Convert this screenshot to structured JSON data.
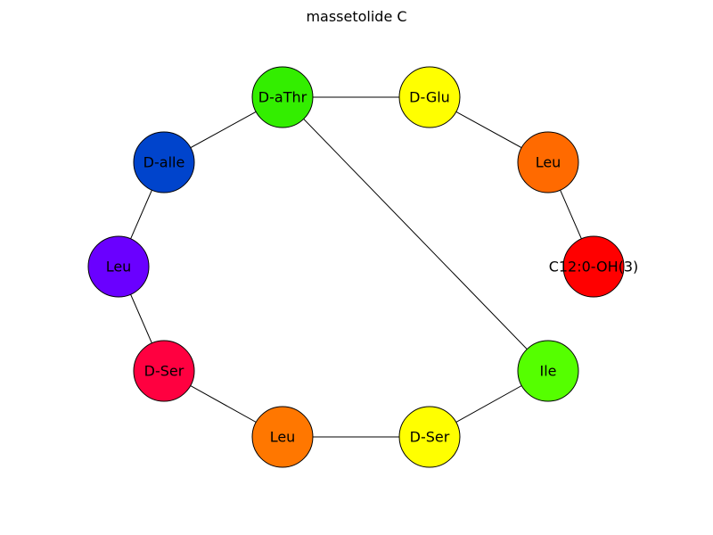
{
  "title": "massetolide C",
  "nodes": [
    {
      "id": "c12",
      "label": "C12:0-OH(3)",
      "color": "#ff0000"
    },
    {
      "id": "leu1",
      "label": "Leu",
      "color": "#ff6a00"
    },
    {
      "id": "dglu",
      "label": "D-Glu",
      "color": "#ffff00"
    },
    {
      "id": "dathr",
      "label": "D-aThr",
      "color": "#33ee00"
    },
    {
      "id": "dalle",
      "label": "D-alle",
      "color": "#0044cc"
    },
    {
      "id": "leu2",
      "label": "Leu",
      "color": "#6a00ff"
    },
    {
      "id": "dser1",
      "label": "D-Ser",
      "color": "#ff0040"
    },
    {
      "id": "leu3",
      "label": "Leu",
      "color": "#ff7700"
    },
    {
      "id": "dser2",
      "label": "D-Ser",
      "color": "#ffff00"
    },
    {
      "id": "ile",
      "label": "Ile",
      "color": "#55ff00"
    }
  ],
  "edges": [
    [
      "c12",
      "leu1"
    ],
    [
      "leu1",
      "dglu"
    ],
    [
      "dglu",
      "dathr"
    ],
    [
      "dathr",
      "dalle"
    ],
    [
      "dalle",
      "leu2"
    ],
    [
      "leu2",
      "dser1"
    ],
    [
      "dser1",
      "leu3"
    ],
    [
      "leu3",
      "dser2"
    ],
    [
      "dser2",
      "ile"
    ],
    [
      "ile",
      "dathr"
    ]
  ]
}
